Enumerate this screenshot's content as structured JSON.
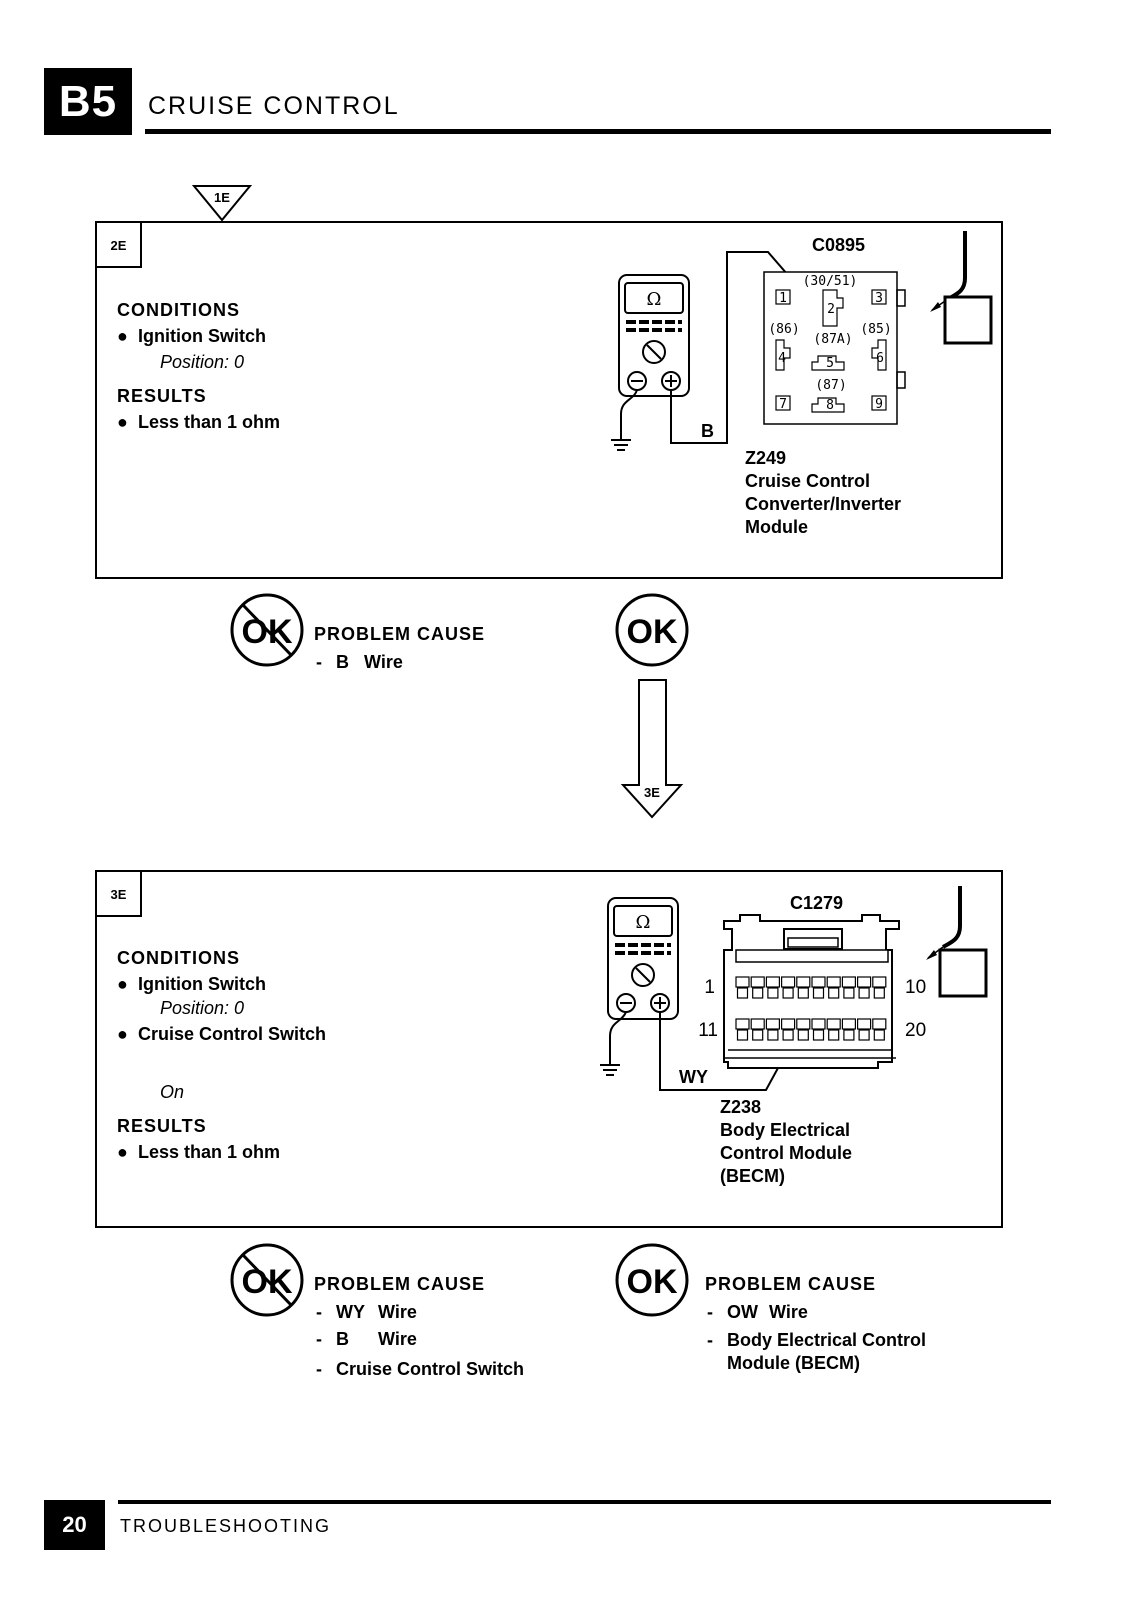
{
  "header": {
    "section_code": "B5",
    "section_title": "CRUISE CONTROL"
  },
  "footer": {
    "page_number": "20",
    "chapter": "TROUBLESHOOTING"
  },
  "entry_marker": "1E",
  "step_2e": {
    "id": "2E",
    "conditions_label": "CONDITIONS",
    "conditions": [
      {
        "text": "Ignition Switch",
        "sub": "Position: 0"
      }
    ],
    "results_label": "RESULTS",
    "results": [
      "Less than 1 ohm"
    ],
    "meter_symbol": "Ω",
    "wire_label": "B",
    "connector": "C0895",
    "component": [
      "Z249",
      "Cruise Control",
      "Converter/Inverter",
      "Module"
    ],
    "relay_labels": {
      "top": "(30/51)",
      "left": "(86)",
      "mid": "(87A)",
      "right": "(85)",
      "bottom": "(87)",
      "pins": [
        "1",
        "2",
        "3",
        "4",
        "5",
        "6",
        "7",
        "8",
        "9"
      ]
    },
    "not_ok": {
      "icon": "OK",
      "cause_title": "PROBLEM CAUSE",
      "causes": [
        {
          "code": "B",
          "text": "Wire"
        }
      ]
    },
    "ok": {
      "icon": "OK",
      "next": "3E"
    }
  },
  "step_3e": {
    "id": "3E",
    "conditions_label": "CONDITIONS",
    "conditions": [
      {
        "text": "Ignition Switch",
        "sub": "Position: 0"
      },
      {
        "text": "Cruise Control Switch",
        "sub": "On"
      }
    ],
    "results_label": "RESULTS",
    "results": [
      "Less than 1 ohm"
    ],
    "meter_symbol": "Ω",
    "wire_label": "WY",
    "connector": "C1279",
    "pin_labels": {
      "top_left": "1",
      "top_right": "10",
      "bottom_left": "11",
      "bottom_right": "20"
    },
    "component": [
      "Z238",
      "Body Electrical",
      "Control Module",
      "(BECM)"
    ],
    "not_ok": {
      "icon": "OK",
      "cause_title": "PROBLEM CAUSE",
      "causes": [
        {
          "code": "WY",
          "text": "Wire"
        },
        {
          "code": "B",
          "text": "Wire"
        },
        {
          "code": "",
          "text": "Cruise Control Switch"
        }
      ]
    },
    "ok": {
      "icon": "OK",
      "cause_title": "PROBLEM CAUSE",
      "causes": [
        {
          "code": "OW",
          "text": "Wire"
        },
        {
          "code": "",
          "text": "Body Electrical Control"
        },
        {
          "code": "",
          "text": "Module (BECM)"
        }
      ]
    }
  }
}
